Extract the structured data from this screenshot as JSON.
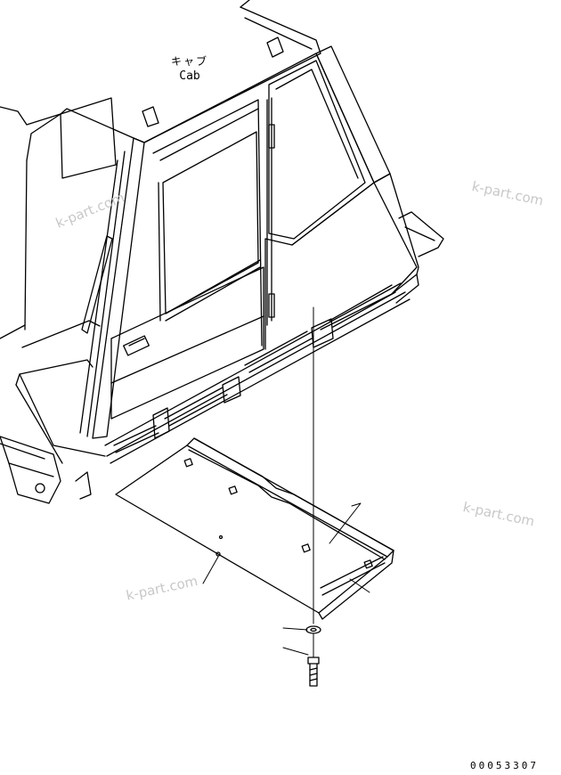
{
  "labels": {
    "part_jp": "キャブ",
    "part_en": "Cab"
  },
  "watermarks": [
    "k-part.com",
    "k-part.com",
    "k-part.com",
    "k-part.com"
  ],
  "drawing_number": "00053307",
  "colors": {
    "line": "#000000",
    "watermark": "#c8c8c8",
    "background": "#ffffff"
  }
}
